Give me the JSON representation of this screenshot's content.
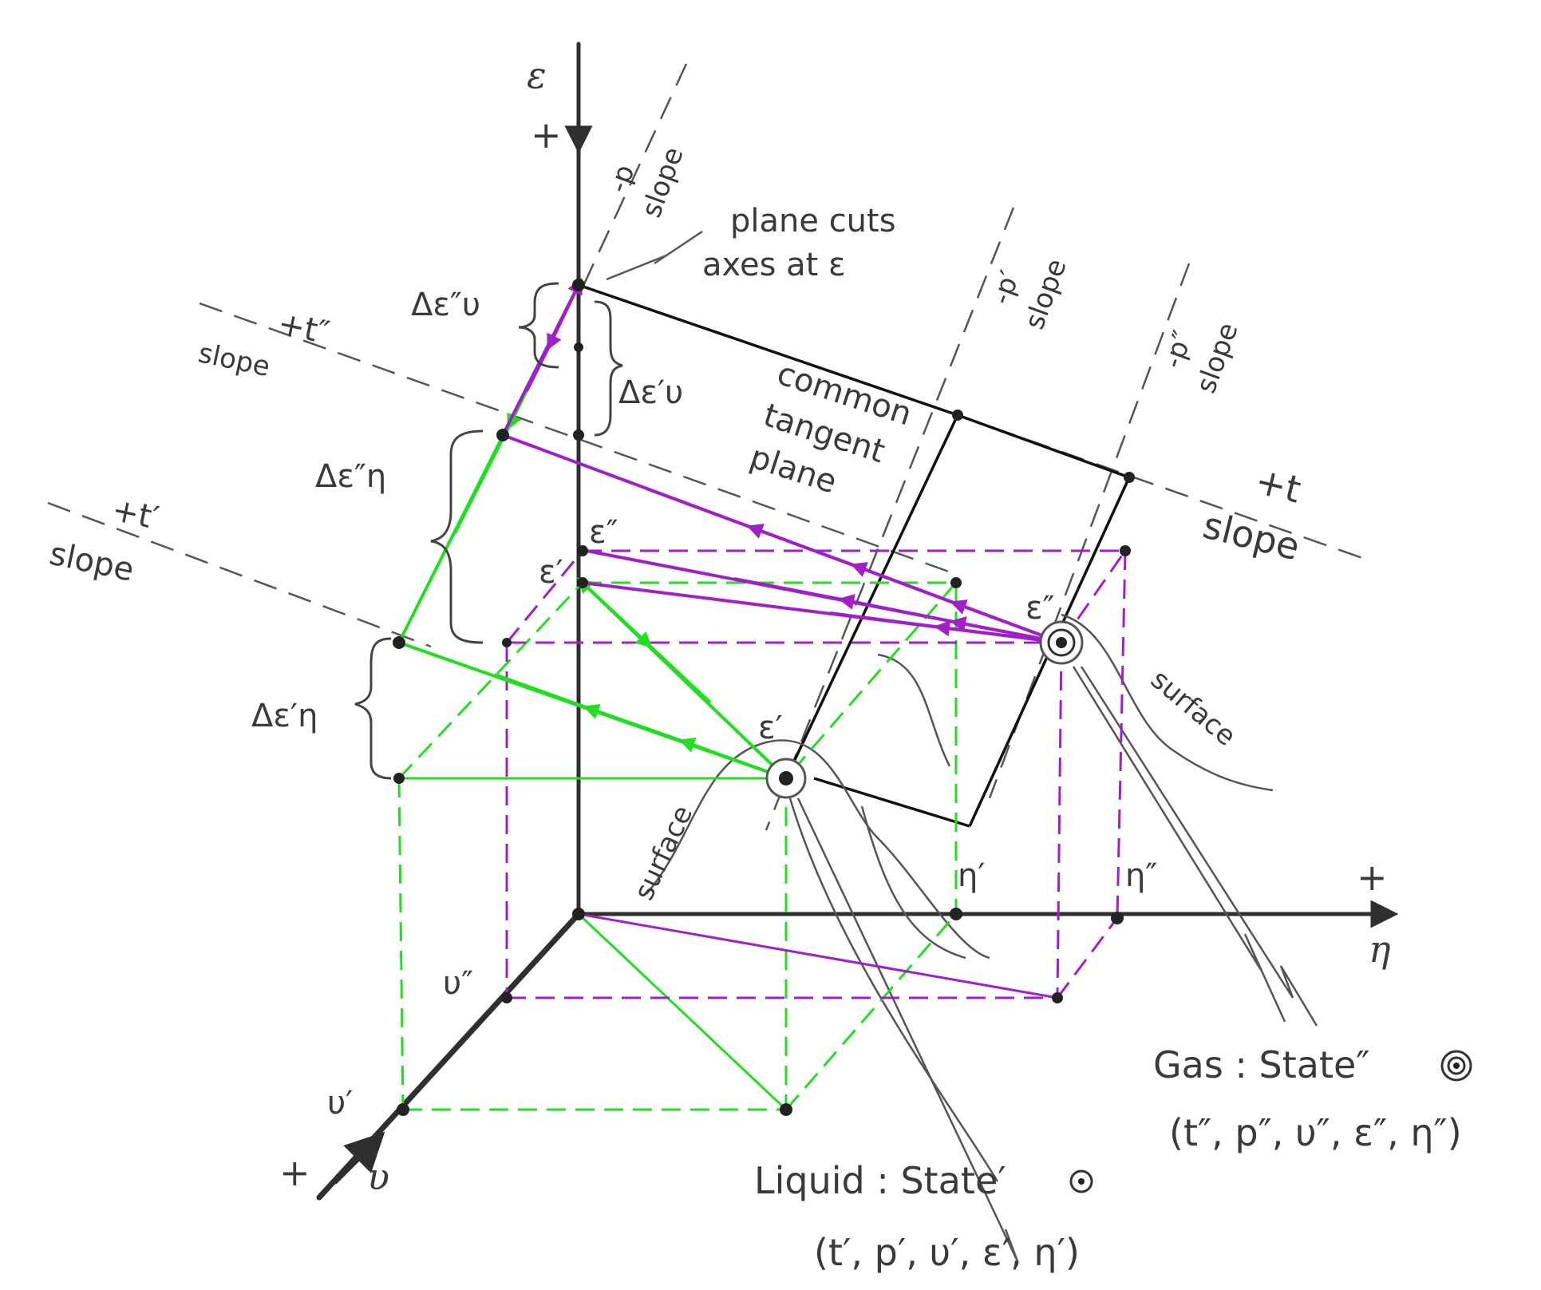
{
  "colors": {
    "axis": "#2f2f2f",
    "tangent_plane": "#111111",
    "green": "#22dd22",
    "purple": "#a020c8",
    "pencil": "#555555"
  },
  "labels": {
    "axis_epsilon": "ε",
    "axis_epsilon_plus": "+",
    "axis_eta": "η",
    "axis_eta_plus": "+",
    "axis_v": "υ",
    "axis_v_plus": "+",
    "plane_cuts_1": "plane cuts",
    "plane_cuts_2": "axes at ε",
    "common_1": "common",
    "common_2": "tangent",
    "common_3": "plane",
    "p_slope_top_num": "-p",
    "p_slope_top_den": "slope",
    "p_prime_slope_num": "-p′",
    "p_prime_slope_den": "slope",
    "p_dprime_slope_num": "-p″",
    "p_dprime_slope_den": "slope",
    "t_dprime_slope_num": "+t″",
    "t_dprime_slope_den": "slope",
    "t_prime_slope_num": "+t′",
    "t_prime_slope_den": "slope",
    "t_slope_num": "+t",
    "t_slope_den": "slope",
    "delta_e_dprime_v": "Δε″υ",
    "delta_e_prime_v": "Δε′υ",
    "delta_e_dprime_eta": "Δε″η",
    "delta_e_prime_eta": "Δε′η",
    "e_dprime_axis": "ε″",
    "e_prime_axis": "ε′",
    "e_dprime_state": "ε″",
    "e_prime_state": "ε′",
    "eta_prime": "η′",
    "eta_dprime": "η″",
    "v_dprime": "υ″",
    "v_prime": "υ′",
    "surface_right": "surface",
    "surface_left": "surface",
    "gas_title": "Gas : State″",
    "gas_vars": "(t″, p″, υ″, ε″, η″)",
    "liquid_title": "Liquid : State′",
    "liquid_vars": "(t′, p′, υ′, ε′, η′)"
  }
}
